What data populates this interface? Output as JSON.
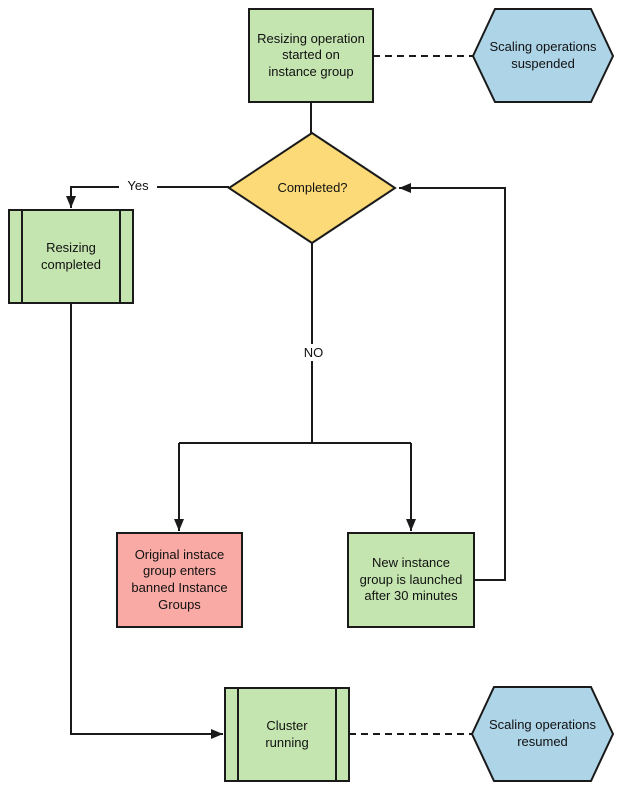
{
  "diagram": {
    "type": "flowchart",
    "nodes": {
      "start": {
        "shape": "process",
        "label": "Resizing operation\nstarted on\ninstance group"
      },
      "suspended": {
        "shape": "hexagon",
        "label": "Scaling operations\nsuspended"
      },
      "decision": {
        "shape": "diamond",
        "label": "Completed?"
      },
      "resizing_completed": {
        "shape": "predefined-process",
        "label": "Resizing\ncompleted"
      },
      "original_group": {
        "shape": "process",
        "label": "Original instace\ngroup enters\nbanned Instance\nGroups"
      },
      "new_group": {
        "shape": "process",
        "label": "New instance\ngroup is launched\nafter 30 minutes"
      },
      "cluster_running": {
        "shape": "predefined-process",
        "label": "Cluster\nrunning"
      },
      "resumed": {
        "shape": "hexagon",
        "label": "Scaling operations\nresumed"
      }
    },
    "edge_labels": {
      "yes": "Yes",
      "no": "NO"
    },
    "colors": {
      "green": "#c4e5b0",
      "blue": "#aed4e8",
      "yellow": "#fcda78",
      "pink": "#f9aaa5",
      "stroke": "#1a1a1a"
    }
  }
}
